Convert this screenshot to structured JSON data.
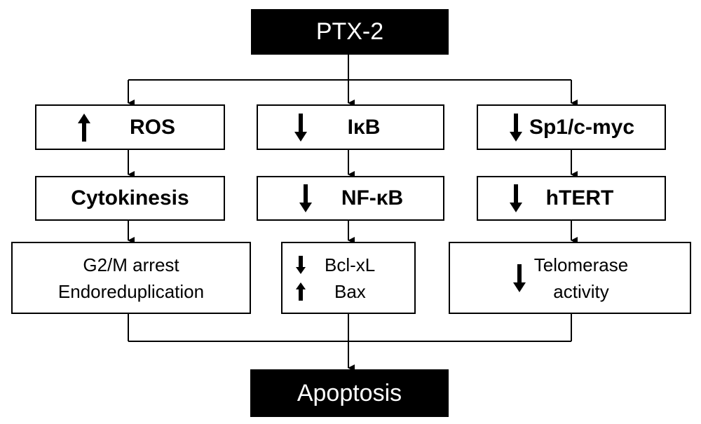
{
  "top": {
    "label": "PTX-2"
  },
  "bottom": {
    "label": "Apoptosis"
  },
  "col1": {
    "box1": {
      "arrow": "up",
      "label": "ROS"
    },
    "box2": {
      "label": "Cytokinesis"
    },
    "box3": {
      "line1": "G2/M arrest",
      "line2": "Endoreduplication"
    }
  },
  "col2": {
    "box1": {
      "arrow": "down",
      "label": "IκB"
    },
    "box2": {
      "arrow": "down",
      "label": "NF-κB"
    },
    "box3": {
      "line1": "Bcl-xL",
      "line1_arrow": "down",
      "line2": "Bax",
      "line2_arrow": "up"
    }
  },
  "col3": {
    "box1": {
      "arrow": "down",
      "label": "Sp1/c-myc"
    },
    "box2": {
      "arrow": "down",
      "label": "hTERT"
    },
    "box3": {
      "arrow": "down",
      "line1": "Telomerase",
      "line2": "activity"
    }
  }
}
